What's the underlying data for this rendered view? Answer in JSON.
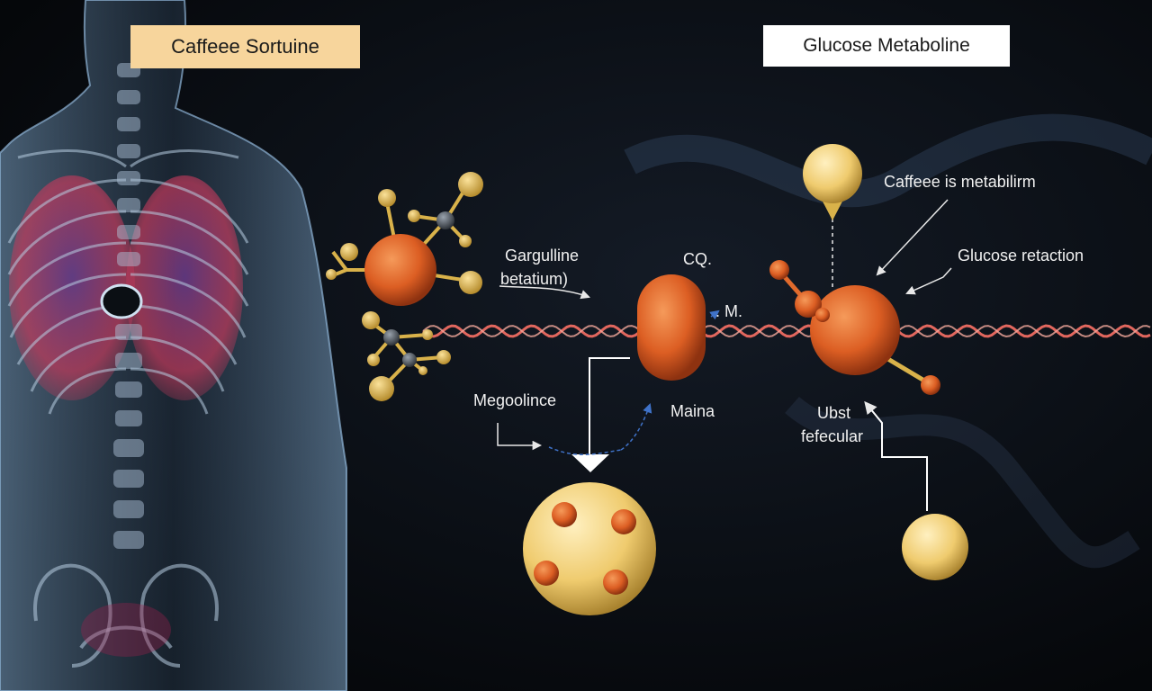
{
  "titles": {
    "left": "Caffeee Sortuine",
    "right": "Glucose Metaboline"
  },
  "labels": {
    "gargulline": "Gargulline",
    "betatium": "betatium)",
    "cq": "CQ.",
    "m": ". M.",
    "megoolince": "Megoolince",
    "maina": "Maina",
    "caffeee_metabilirm": "Caffeee is metabilirm",
    "glucose_retaction": "Glucose retaction",
    "ubst": "Ubst",
    "fefecular": "fefecular"
  },
  "colors": {
    "background": "#07090d",
    "left_title_bg": "#f7d59c",
    "right_title_bg": "#ffffff",
    "molecule_orange": "#e06a2c",
    "sphere_yellow": "#f0cf7a",
    "helix_red": "#e2675e",
    "body_blue": "#7fa6c9",
    "lung_red": "#c23a5c"
  }
}
